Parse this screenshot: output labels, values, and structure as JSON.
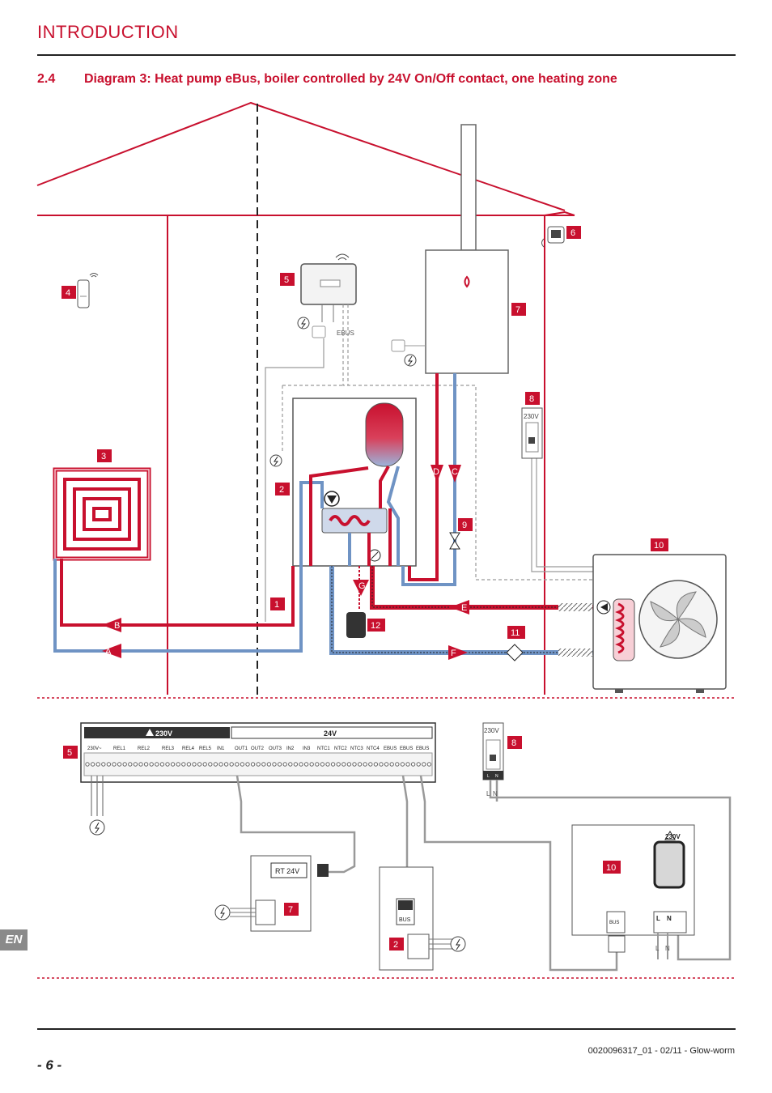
{
  "header": {
    "title": "INTRODUCTION"
  },
  "section": {
    "number": "2.4",
    "title": "Diagram 3: Heat pump eBus, boiler controlled by 24V On/Off contact, one heating zone"
  },
  "upper": {
    "callouts": [
      "1",
      "2",
      "3",
      "4",
      "5",
      "6",
      "7",
      "8",
      "9",
      "10",
      "11",
      "12"
    ],
    "letters": [
      "A",
      "B",
      "C",
      "D",
      "E",
      "F",
      "G"
    ],
    "ebus": "EBUS",
    "breaker_voltage": "230V"
  },
  "terminal_block": {
    "zone_230": "230V",
    "zone_24": "24V",
    "terminals": [
      "230V~",
      "REL1",
      "REL2",
      "REL3",
      "REL4",
      "REL5",
      "IN1",
      "OUT1",
      "OUT2",
      "OUT3",
      "IN2",
      "IN3",
      "NTC1",
      "NTC2",
      "NTC3",
      "NTC4",
      "EBUS",
      "EBUS",
      "EBUS"
    ]
  },
  "lower": {
    "callouts": [
      "5",
      "7",
      "2",
      "8",
      "10"
    ],
    "rt24": "RT 24V",
    "bus": "BUS",
    "bus2": "BUS",
    "breaker_voltage": "230V",
    "breaker_l": "L",
    "breaker_n": "N",
    "wire_l": "L",
    "wire_n": "N",
    "hp_voltage": "230V",
    "hp_l": "L",
    "hp_n": "N",
    "hp_wire_l": "L",
    "hp_wire_n": "N"
  },
  "footer": {
    "page": "- 6 -",
    "doc_ref": "0020096317_01 - 02/11 - Glow-worm",
    "lang": "EN"
  },
  "colors": {
    "accent": "#c8102e",
    "cold": "#6f93c4",
    "grey": "#9a9a9a",
    "dark": "#222222"
  }
}
